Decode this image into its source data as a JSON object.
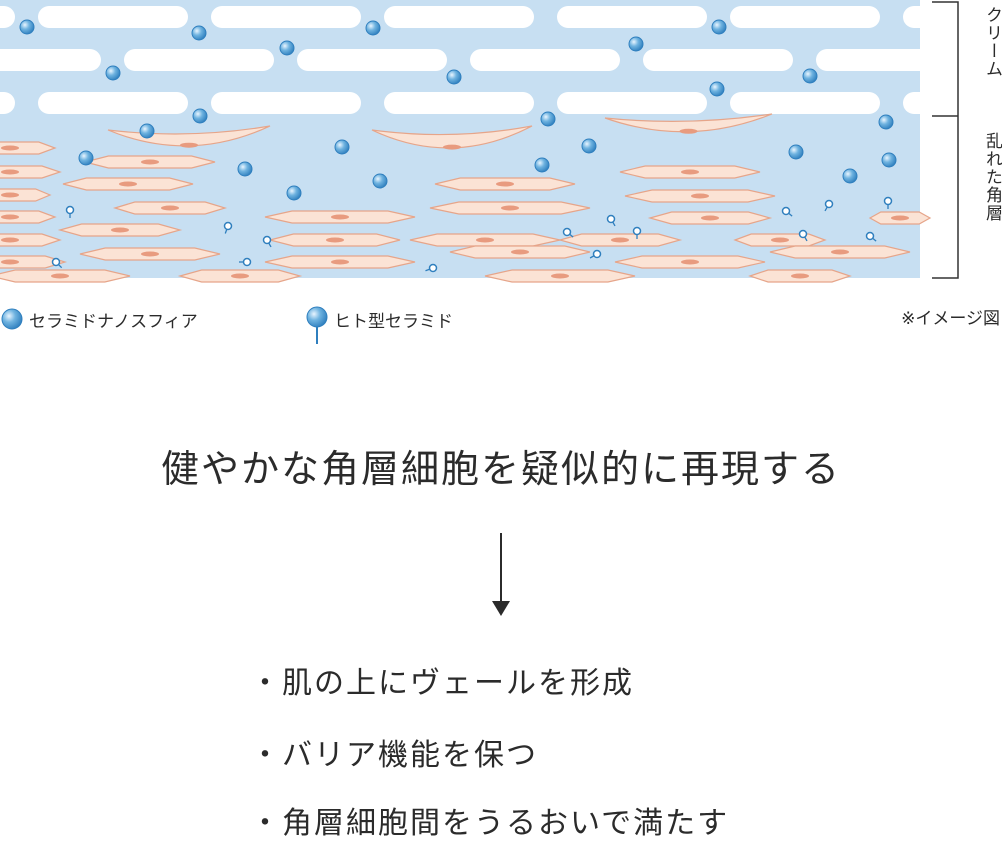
{
  "diagram": {
    "layer_labels": {
      "cream": "クリーム",
      "stratum": "乱れた角層"
    },
    "colors": {
      "background": "#c7dff2",
      "cell_fill": "#fbe3d5",
      "cell_stroke": "#e6a58a",
      "nucleus": "#e89b7f",
      "sphere": "#4a9bd4",
      "bracket": "#333333"
    }
  },
  "legend": {
    "nanosphere": "セラミドナノスフィア",
    "ceramide": "ヒト型セラミド",
    "note": "※イメージ図"
  },
  "headline": "健やかな角層細胞を疑似的に再現する",
  "bullets": [
    "肌の上にヴェールを形成",
    "バリア機能を保つ",
    "角層細胞間をうるおいで満たす"
  ]
}
